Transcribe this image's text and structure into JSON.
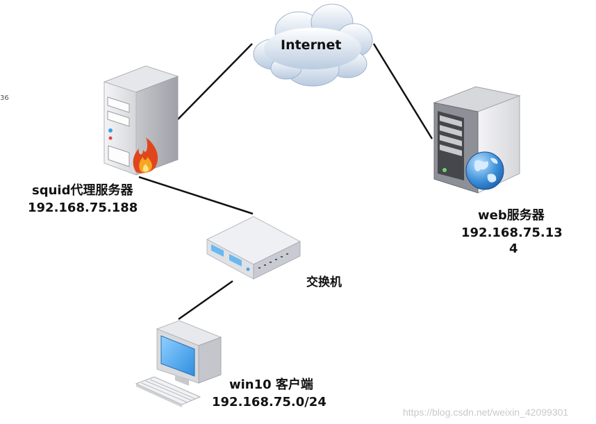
{
  "cloud": {
    "label": "Internet"
  },
  "proxy": {
    "name": "squid代理服务器",
    "ip": "192.168.75.188"
  },
  "web": {
    "name": "web服务器",
    "ip_line1": "192.168.75.13",
    "ip_line2": "4"
  },
  "switch": {
    "name": "交换机"
  },
  "client": {
    "name": "win10 客户端",
    "subnet": "192.168.75.0/24"
  },
  "edge_fragment": "36",
  "watermark": "https://blog.csdn.net/weixin_42099301"
}
